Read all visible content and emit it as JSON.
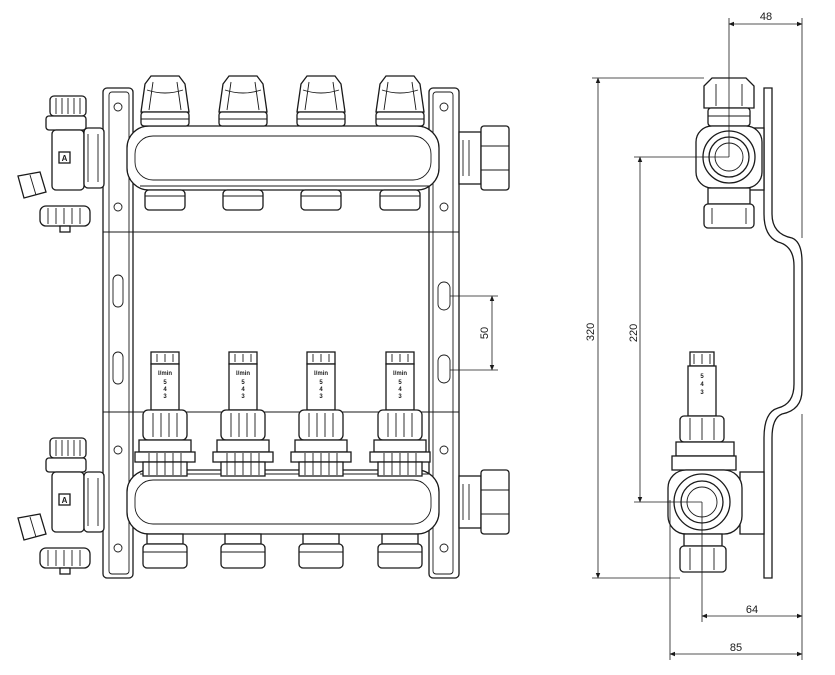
{
  "front_view": {
    "outlet_count": 4,
    "inlet_valve_badge": "A",
    "spacing_dimension": "50",
    "flowmeter_unit": "l/min",
    "flowmeter_scale": [
      "5",
      "4",
      "3"
    ]
  },
  "side_view": {
    "height_total": "320",
    "height_between_pipes": "220",
    "depth_top": "48",
    "depth_lower": "64",
    "depth_bottom": "85"
  }
}
